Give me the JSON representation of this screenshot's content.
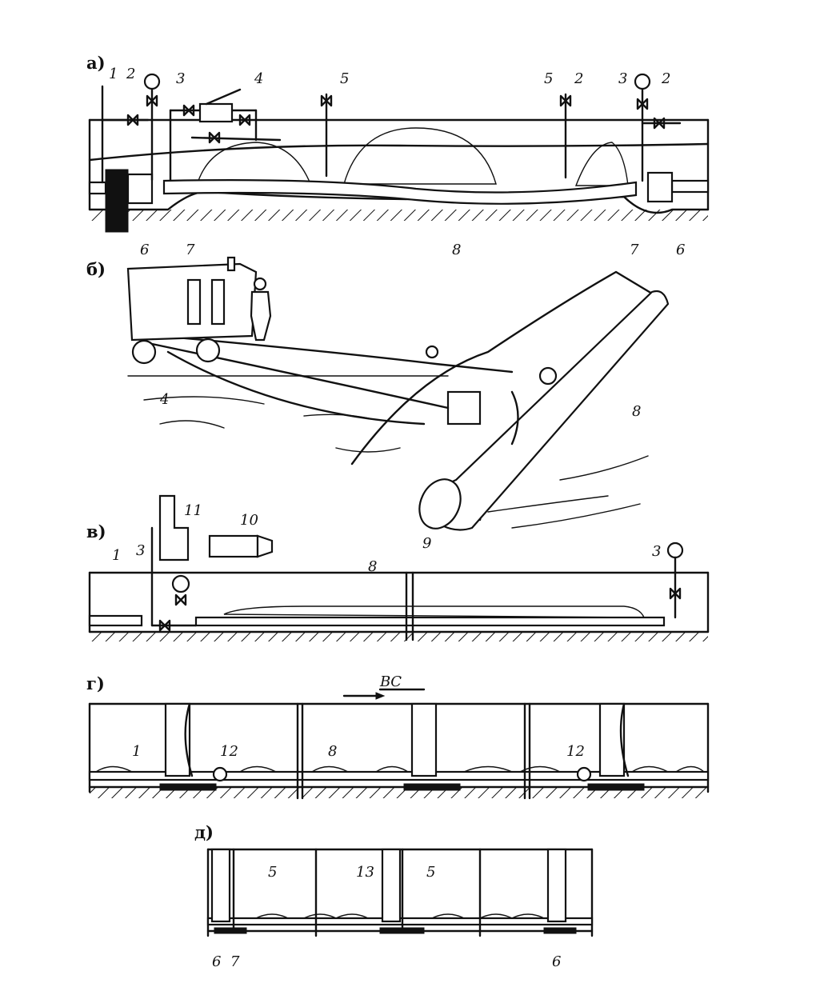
{
  "panels": {
    "a": "а)",
    "b": "б)",
    "v": "в)",
    "g": "г)",
    "d": "д)"
  },
  "labels": {
    "n1": "1",
    "n2": "2",
    "n3": "3",
    "n4": "4",
    "n5": "5",
    "n6": "6",
    "n7": "7",
    "n8": "8",
    "n9": "9",
    "n10": "10",
    "n11": "11",
    "n12": "12",
    "n13": "13",
    "vs": "ВС"
  },
  "colors": {
    "ink": "#111111",
    "paper": "#ffffff"
  }
}
